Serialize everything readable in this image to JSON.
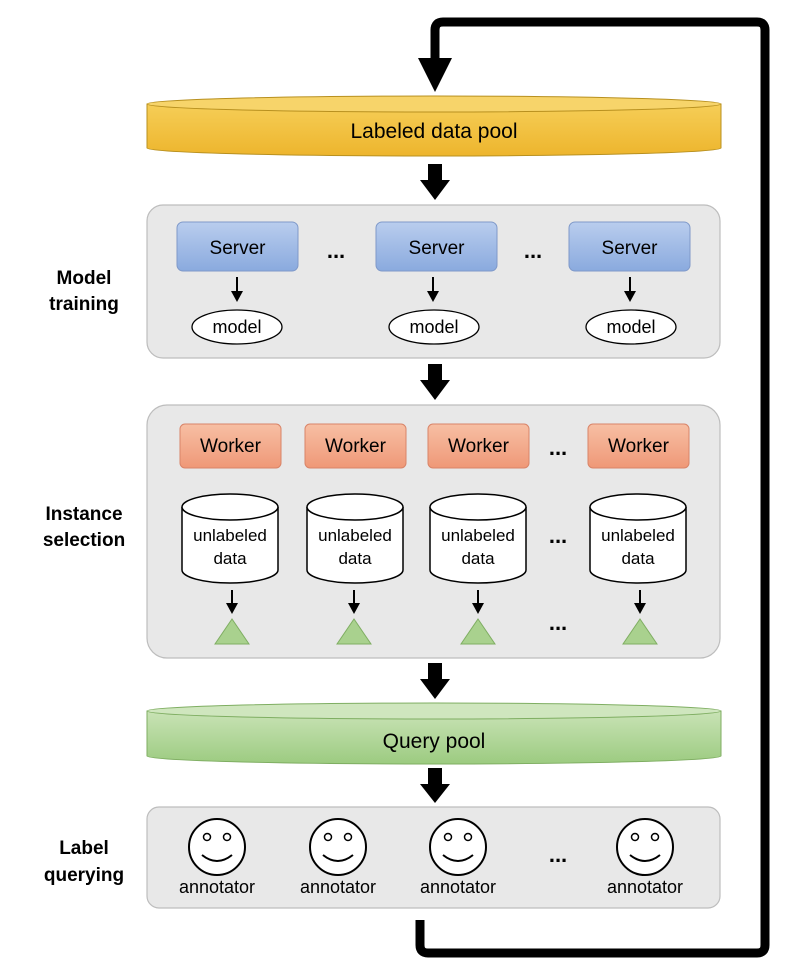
{
  "pools": {
    "labeled": "Labeled data pool",
    "query": "Query pool"
  },
  "stages": {
    "model_training": [
      "Model",
      "training"
    ],
    "instance_selection": [
      "Instance",
      "selection"
    ],
    "label_querying": [
      "Label",
      "querying"
    ]
  },
  "servers": [
    "Server",
    "Server",
    "Server"
  ],
  "models": [
    "model",
    "model",
    "model"
  ],
  "workers": [
    "Worker",
    "Worker",
    "Worker",
    "Worker"
  ],
  "unlabeled": [
    [
      "unlabeled",
      "data"
    ],
    [
      "unlabeled",
      "data"
    ],
    [
      "unlabeled",
      "data"
    ],
    [
      "unlabeled",
      "data"
    ]
  ],
  "annotators": [
    "annotator",
    "annotator",
    "annotator",
    "annotator"
  ],
  "ellipsis": "...",
  "colors": {
    "labeled_pool": "#F2C13F",
    "query_pool": "#A9D18E",
    "server": "#9DB8E4",
    "worker": "#F4A582",
    "panel": "#E8E8E8",
    "triangle": "#A9D18E",
    "arrow": "#000000"
  }
}
